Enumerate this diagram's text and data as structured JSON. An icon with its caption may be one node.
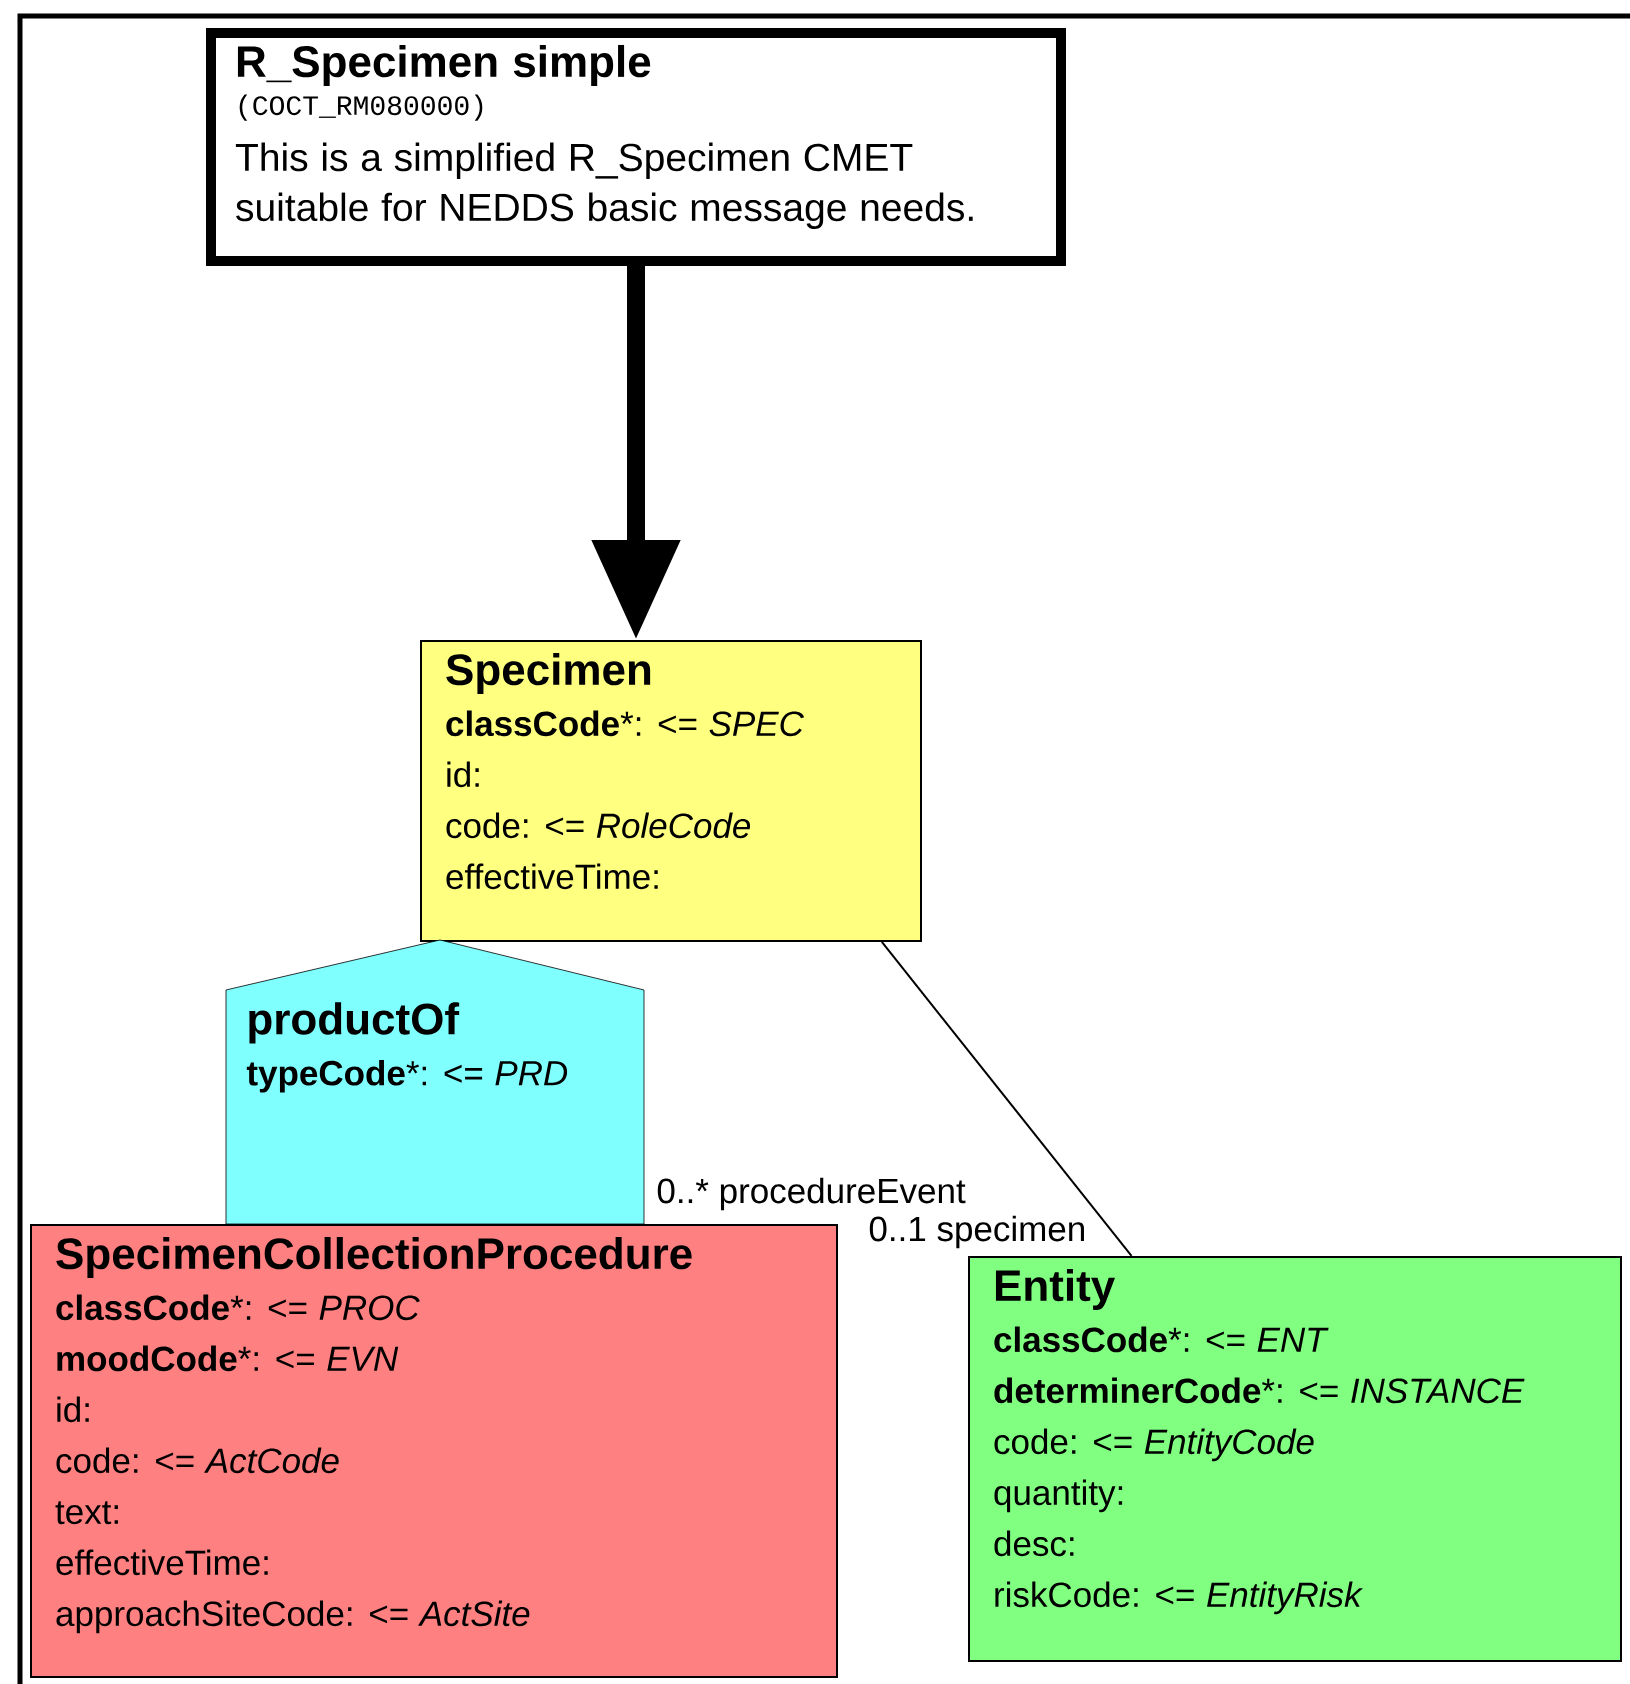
{
  "diagram": {
    "nodes": [
      {
        "text": [
          "R_Specimen simple",
          "(COCT_RM080000)",
          "This is a simplified R_Specimen CMET suitable for NEDDS basic message needs."
        ]
      },
      {
        "text": [
          "Specimen",
          "**classCode***: <= *SPEC*",
          "id:",
          "code: <= *RoleCode*",
          "effectiveTime:"
        ]
      },
      {
        "text": [
          "productOf",
          "**typeCode***: <= *PRD*"
        ]
      },
      {
        "text": [
          "SpecimenCollectionProcedure",
          "**classCode***: <= *PROC*",
          "**moodCode***: <= *EVN*",
          "id:",
          "code: <= *ActCode*",
          "text:",
          "effectiveTime:",
          "approachSiteCode: <= *ActSite*"
        ]
      },
      {
        "text": [
          "Entity",
          "**classCode***: <= *ENT*",
          "**determinerCode***: <= *INSTANCE*",
          "code: <= *EntityCode*",
          "quantity:",
          "desc:",
          "riskCode: <= *EntityRisk*"
        ]
      }
    ],
    "edges": [
      {
        "from": 0,
        "to": 1,
        "arrow": "to",
        "style": "thick"
      },
      {
        "from": 1,
        "to": 4,
        "arrow": "none",
        "label": "0..1 specimen"
      }
    ],
    "labels": [
      "0..* procedureEvent"
    ]
  }
}
